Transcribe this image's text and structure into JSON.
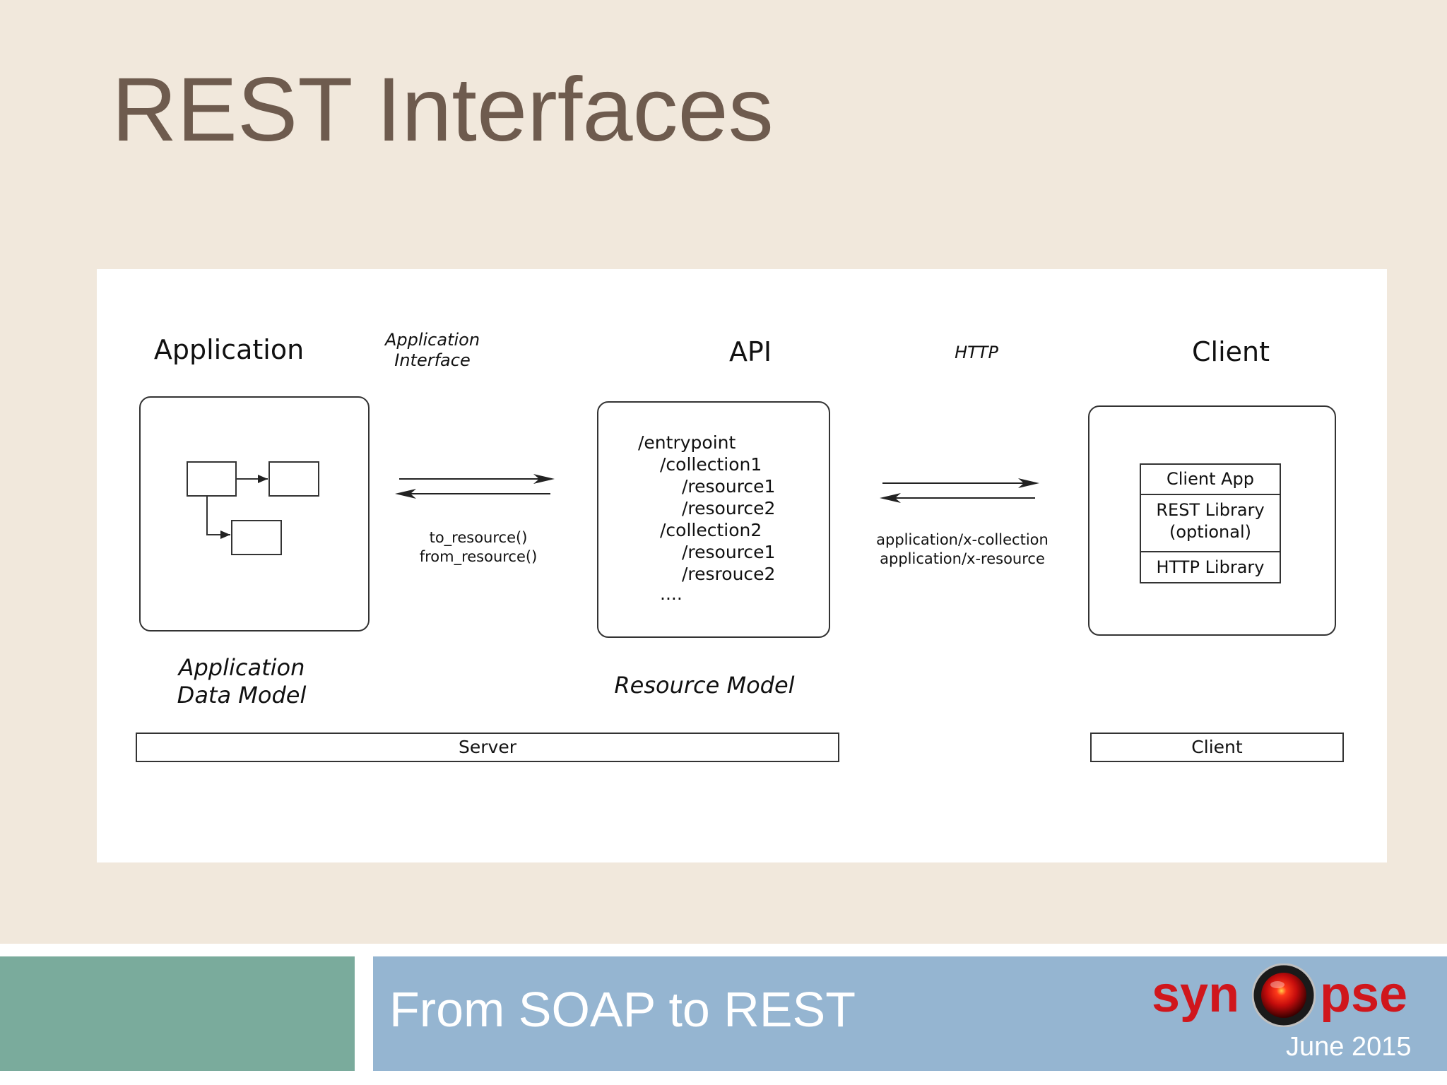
{
  "slide": {
    "title": "REST Interfaces"
  },
  "diagram": {
    "headers": {
      "application": "Application",
      "app_interface_line1": "Application",
      "app_interface_line2": "Interface",
      "api": "API",
      "http": "HTTP",
      "client": "Client"
    },
    "app_arrows_label_line1": "to_resource()",
    "app_arrows_label_line2": "from_resource()",
    "api_tree": [
      "/entrypoint",
      "/collection1",
      "/resource1",
      "/resource2",
      "/collection2",
      "/resource1",
      "/resrouce2",
      "...."
    ],
    "http_arrows_label_line1": "application/x-collection",
    "http_arrows_label_line2": "application/x-resource",
    "client_stack": {
      "app": "Client App",
      "rest_line1": "REST Library",
      "rest_line2": "(optional)",
      "http": "HTTP Library"
    },
    "captions": {
      "app_model_line1": "Application",
      "app_model_line2": "Data Model",
      "resource_model": "Resource Model"
    },
    "bars": {
      "server": "Server",
      "client": "Client"
    }
  },
  "footer": {
    "title": "From SOAP to REST",
    "logo_left": "syn",
    "logo_right": "pse",
    "date": "June 2015"
  }
}
